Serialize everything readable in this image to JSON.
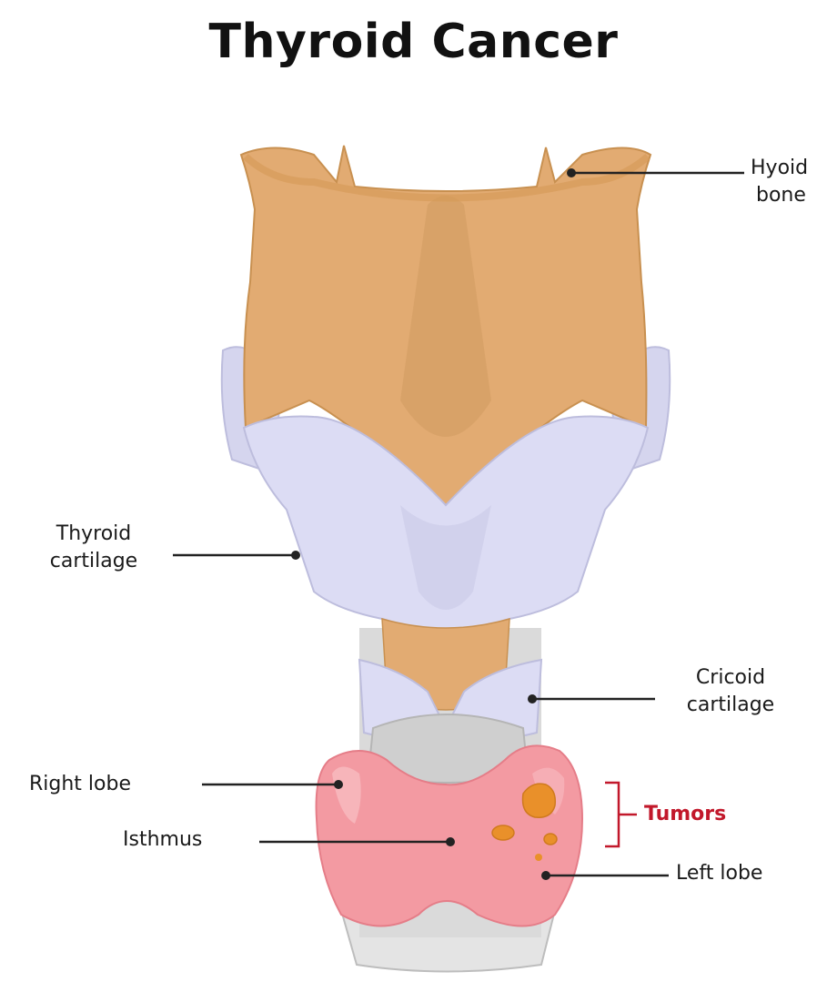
{
  "title": "Thyroid Cancer",
  "labels": {
    "hyoid_bone": [
      "Hyoid",
      "bone"
    ],
    "thyroid_cartilage": [
      "Thyroid",
      "cartilage"
    ],
    "cricoid_cartilage": [
      "Cricoid",
      "cartilage"
    ],
    "right_lobe": "Right lobe",
    "isthmus": "Isthmus",
    "tumors": "Tumors",
    "left_lobe": "Left lobe"
  },
  "colors": {
    "bone": "#e2ab72",
    "bone_dark": "#c89050",
    "cartilage": "#dcdcf4",
    "cartilage_shadow": "#c4c4e2",
    "trachea": "#d9dada",
    "thyroid": "#f39aa2",
    "thyroid_light": "#f8bcc1",
    "tumor": "#e9902a",
    "tumor_label": "#c2182b",
    "leader": "#222222"
  }
}
